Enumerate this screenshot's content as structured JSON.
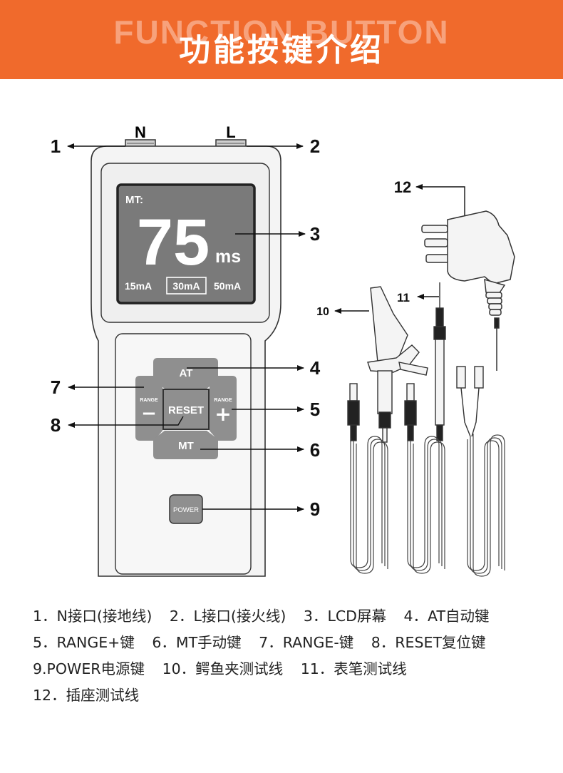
{
  "banner": {
    "title_en": "FUNCTION BUTTON",
    "title_cn": "功能按键介绍"
  },
  "device": {
    "terminal_n": "N",
    "terminal_l": "L",
    "screen": {
      "label": "MT:",
      "value": "75",
      "unit": "ms",
      "range_low": "15mA",
      "range_mid": "30mA",
      "range_high": "50mA"
    },
    "buttons": {
      "at": "AT",
      "reset": "RESET",
      "mt": "MT",
      "range_small": "RANGE",
      "minus": "−",
      "plus": "+",
      "power": "POWER"
    }
  },
  "callouts": [
    "1",
    "2",
    "3",
    "4",
    "5",
    "6",
    "7",
    "8",
    "9",
    "10",
    "11",
    "12"
  ],
  "legend": [
    [
      "1．N接口(接地线)",
      "2．L接口(接火线)",
      "3．LCD屏幕",
      "4．AT自动键"
    ],
    [
      "5．RANGE+键",
      "6．MT手动键",
      "7．RANGE-键",
      "8．RESET复位键"
    ],
    [
      "9.POWER电源键",
      "10．鳄鱼夹测试线",
      "11．表笔测试线"
    ],
    [
      "12．插座测试线"
    ]
  ],
  "colors": {
    "banner": "#f06a2c",
    "screen": "#7a7a7a",
    "keypad": "#8f8f8f"
  }
}
